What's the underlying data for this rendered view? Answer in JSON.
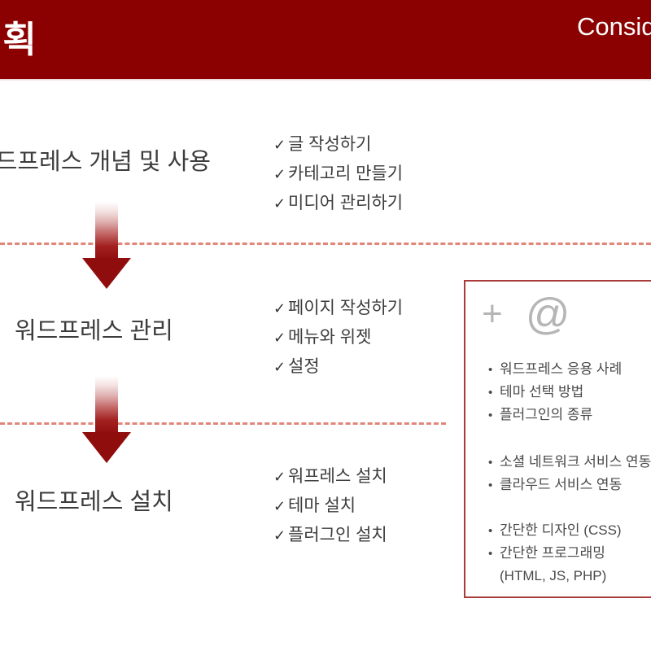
{
  "header": {
    "title": "계획",
    "title_clipped": true,
    "kicker": "Consideration",
    "kicker_clipped": true,
    "bg_color": "#8b0000",
    "text_color": "#ffffff"
  },
  "stages": [
    {
      "label": "워드프레스 개념 및 사용",
      "items": [
        "글 작성하기",
        "카테고리 만들기",
        "미디어 관리하기"
      ]
    },
    {
      "label": "워드프레스 관리",
      "items": [
        "페이지 작성하기",
        "메뉴와 위젯",
        "설정"
      ]
    },
    {
      "label": "워드프레스 설치",
      "items": [
        "워프레스 설치",
        "테마 설치",
        "플러그인 설치"
      ]
    }
  ],
  "icons": {
    "check": "✓",
    "bullet": "•",
    "plus": "+",
    "at": "@"
  },
  "extra_box": {
    "symbol_plus": "+",
    "symbol_at": "@",
    "border_color": "#a93b3b",
    "groups": [
      {
        "items": [
          {
            "text": "워드프레스 응용 사례"
          },
          {
            "text": "테마 선택 방법"
          },
          {
            "text": "플러그인의 종류"
          }
        ]
      },
      {
        "items": [
          {
            "text": "소셜 네트워크 서비스 연동"
          },
          {
            "text": "클라우드 서비스 연동"
          }
        ]
      },
      {
        "items": [
          {
            "text": "간단한 디자인 (CSS)"
          },
          {
            "text": "간단한 프로그래밍",
            "sub": "(HTML, JS, PHP)"
          }
        ]
      }
    ]
  },
  "decor": {
    "arrow_color": "#8f0d0d",
    "dashed_color": "#e0877a",
    "arrow_count": 2,
    "dashed_count": 2
  }
}
